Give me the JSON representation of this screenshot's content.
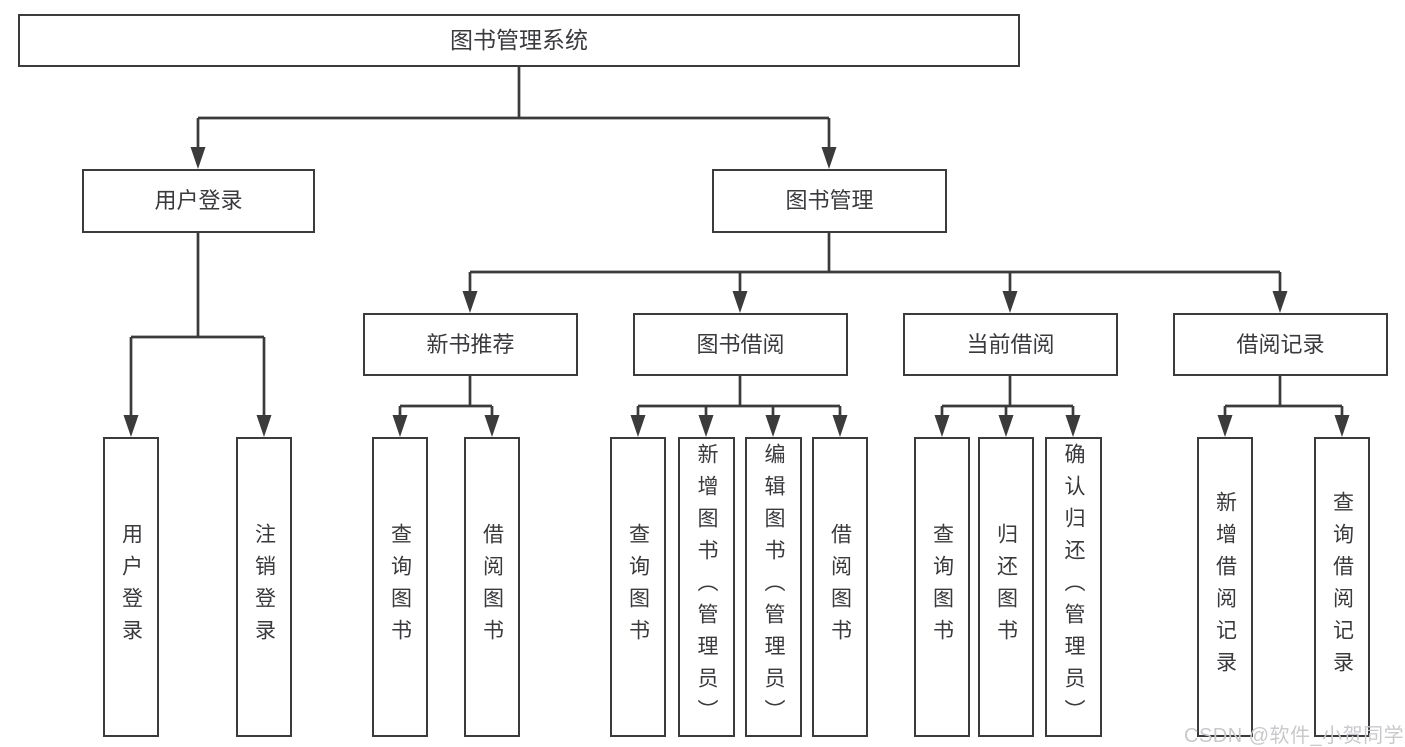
{
  "root": {
    "label": "图书管理系统"
  },
  "level2": {
    "user_login": {
      "label": "用户登录"
    },
    "book_management": {
      "label": "图书管理"
    }
  },
  "level3": {
    "new_book_recommend": {
      "label": "新书推荐"
    },
    "book_borrowing": {
      "label": "图书借阅"
    },
    "current_borrowing": {
      "label": "当前借阅"
    },
    "borrowing_records": {
      "label": "借阅记录"
    }
  },
  "leaves": {
    "user_login": {
      "label": "用户登录"
    },
    "logout": {
      "label": "注销登录"
    },
    "query_books_recommend": {
      "label": "查询图书"
    },
    "borrow_books_recommend": {
      "label": "借阅图书"
    },
    "query_books_borrowing": {
      "label": "查询图书"
    },
    "add_books_admin": {
      "label": "新增图书（管理员）"
    },
    "edit_books_admin": {
      "label": "编辑图书（管理员）"
    },
    "borrow_books_borrowing": {
      "label": "借阅图书"
    },
    "query_books_current": {
      "label": "查询图书"
    },
    "return_books": {
      "label": "归还图书"
    },
    "confirm_return_admin": {
      "label": "确认归还（管理员）"
    },
    "add_borrowing_record": {
      "label": "新增借阅记录"
    },
    "query_borrowing_record": {
      "label": "查询借阅记录"
    }
  },
  "watermark": {
    "text": "CSDN @软件_小贺同学"
  },
  "colors": {
    "line": "#3b3b3b",
    "box_border": "#3b3b3b",
    "text": "#3a3a3e",
    "background": "#ffffff",
    "watermark": "#c7c9cd"
  }
}
